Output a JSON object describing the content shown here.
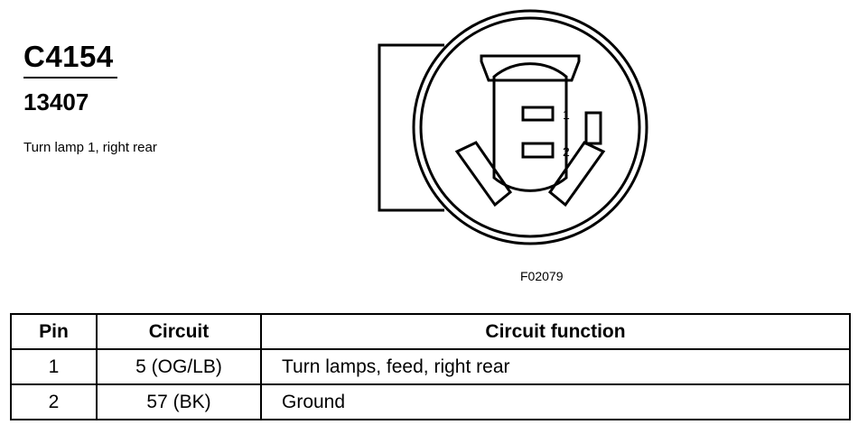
{
  "header": {
    "connector_id": "C4154",
    "part_number": "13407",
    "description": "Turn lamp 1, right rear"
  },
  "diagram": {
    "pin_labels": [
      "1",
      "2"
    ],
    "figure_code": "F02079"
  },
  "table": {
    "headers": [
      "Pin",
      "Circuit",
      "Circuit function"
    ],
    "rows": [
      {
        "pin": "1",
        "circuit": "5 (OG/LB)",
        "function": "Turn lamps, feed, right rear"
      },
      {
        "pin": "2",
        "circuit": "57 (BK)",
        "function": "Ground"
      }
    ]
  }
}
